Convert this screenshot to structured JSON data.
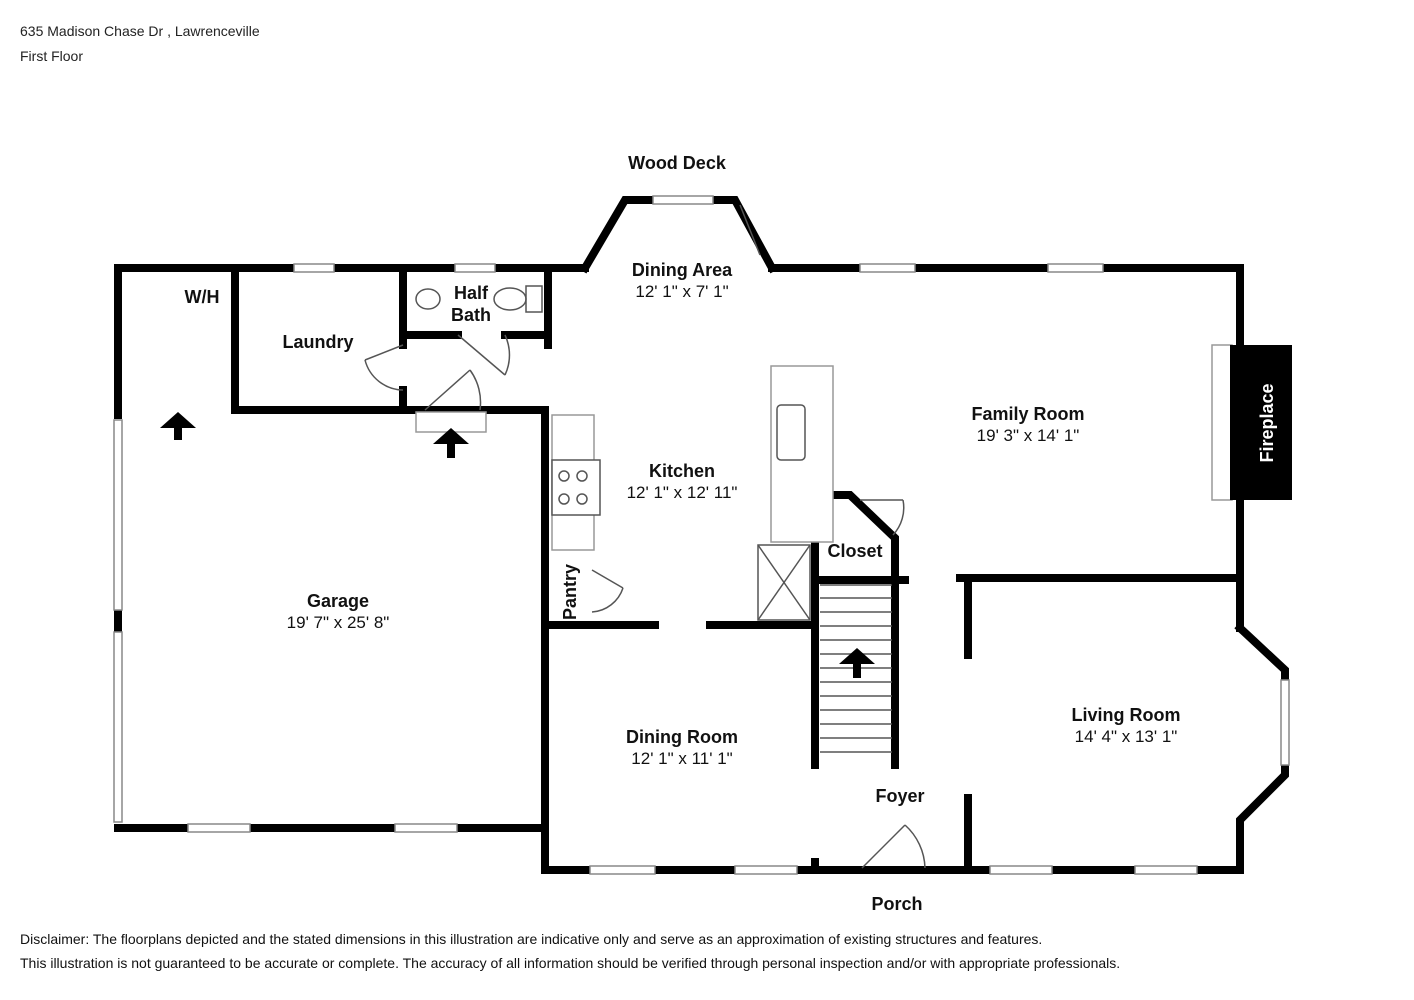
{
  "header": {
    "address": "635 Madison Chase Dr , Lawrenceville",
    "floor": "First Floor"
  },
  "rooms": {
    "wood_deck": {
      "name": "Wood Deck"
    },
    "dining_area": {
      "name": "Dining Area",
      "dims": "12' 1\" x 7' 1\""
    },
    "wh": {
      "name": "W/H"
    },
    "laundry": {
      "name": "Laundry"
    },
    "half_bath_1": {
      "name": "Half"
    },
    "half_bath_2": {
      "name": "Bath"
    },
    "family_room": {
      "name": "Family Room",
      "dims": "19' 3\" x 14' 1\""
    },
    "fireplace": {
      "name": "Fireplace"
    },
    "kitchen": {
      "name": "Kitchen",
      "dims": "12' 1\" x 12' 11\""
    },
    "closet": {
      "name": "Closet"
    },
    "pantry": {
      "name": "Pantry"
    },
    "garage": {
      "name": "Garage",
      "dims": "19' 7\" x 25' 8\""
    },
    "dining_room": {
      "name": "Dining Room",
      "dims": "12' 1\" x 11' 1\""
    },
    "living_room": {
      "name": "Living Room",
      "dims": "14' 4\" x 13' 1\""
    },
    "foyer": {
      "name": "Foyer"
    },
    "porch": {
      "name": "Porch"
    }
  },
  "disclaimer": {
    "line1": "Disclaimer: The floorplans depicted and the stated dimensions in this illustration are indicative only and serve as an approximation of existing structures and features.",
    "line2": "This illustration is not guaranteed to be accurate or complete. The accuracy of all information should be verified through personal inspection and/or with appropriate professionals."
  }
}
